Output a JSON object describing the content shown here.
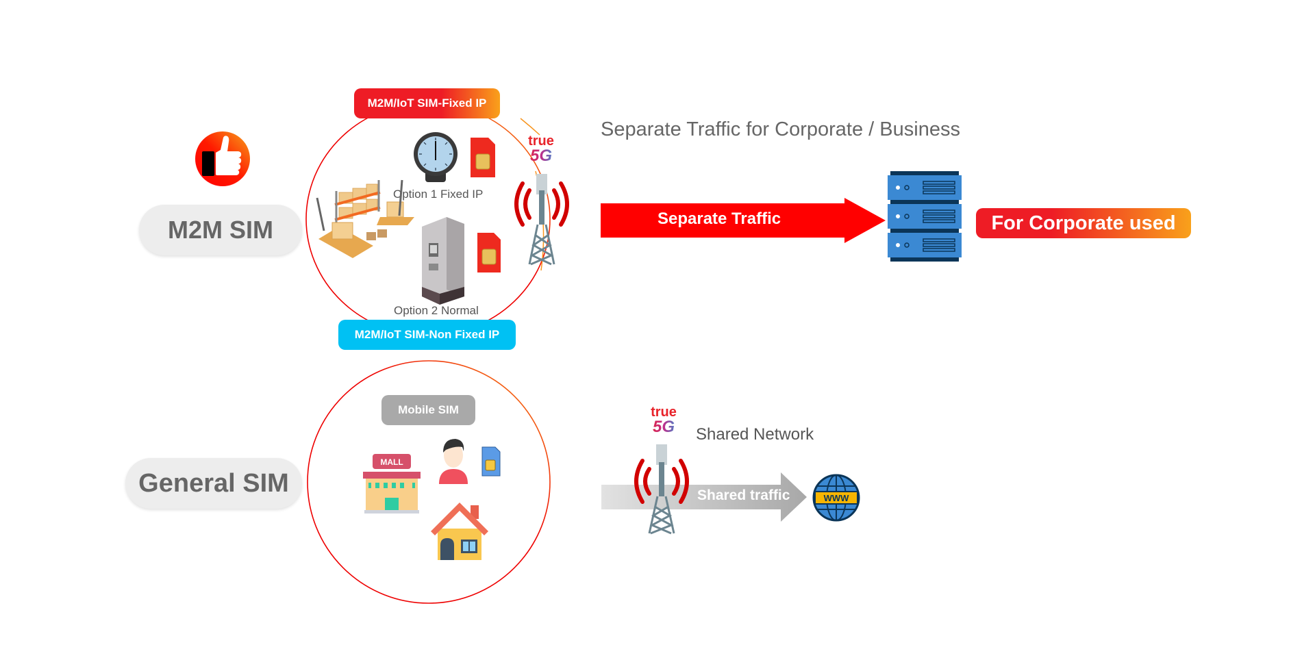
{
  "colors": {
    "brand_red": "#ee1c25",
    "brand_orange": "#f9a11b",
    "arrow_red": "#ff0000",
    "cyan": "#00c1f3",
    "gray_tag": "#a9a9a9",
    "pill_bg": "#ededed",
    "text_gray": "#666666",
    "server_blue": "#3b89d3",
    "server_dark": "#0b3558"
  },
  "m2m": {
    "pill_label": "M2M SIM",
    "thumbs_icon": "thumbs-up-icon",
    "fixed_ip_tag": "M2M/IoT SIM-Fixed IP",
    "non_fixed_ip_tag": "M2M/IoT SIM-Non Fixed IP",
    "option1_caption": "Option 1 Fixed IP",
    "option2_caption": "Option 2 Normal",
    "icons": [
      "warehouse-pallet-icon",
      "pressure-gauge-icon",
      "sim-card-icon",
      "atm-icon",
      "sim-card-icon",
      "cell-tower-icon"
    ],
    "logo": {
      "top": "true",
      "bottom": "5G"
    }
  },
  "corporate": {
    "heading": "Separate Traffic for Corporate / Business",
    "arrow_label": "Separate Traffic",
    "server_icon": "server-rack-icon",
    "result_tag": "For Corporate used"
  },
  "general": {
    "pill_label": "General SIM",
    "mobile_tag": "Mobile SIM",
    "icons": [
      "mall-icon",
      "person-icon",
      "sim-card-icon",
      "house-icon"
    ],
    "mall_sign": "MALL"
  },
  "shared": {
    "heading": "Shared Network",
    "arrow_label": "Shared traffic",
    "logo": {
      "top": "true",
      "bottom": "5G"
    },
    "globe_label": "WWW"
  }
}
